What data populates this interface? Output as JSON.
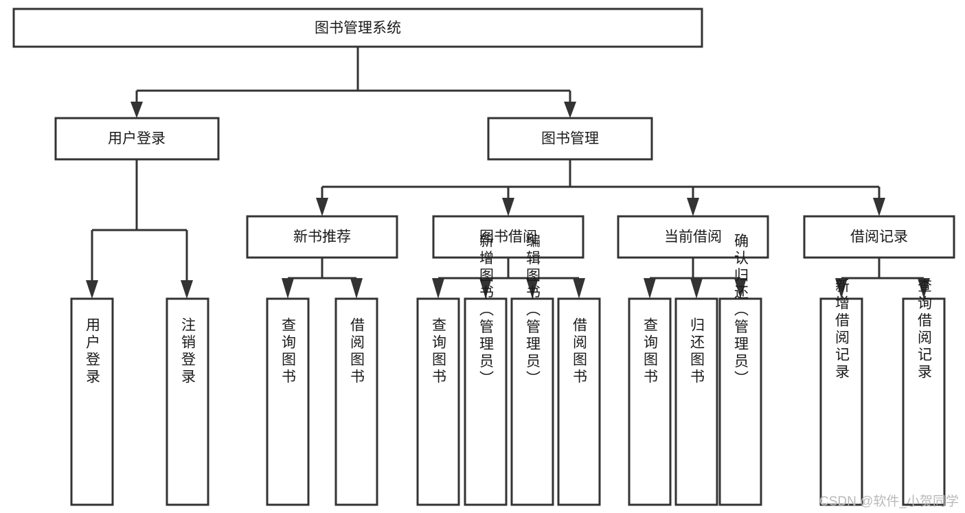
{
  "diagram": {
    "title": "图书管理系统",
    "type": "tree",
    "orientation": "top-down",
    "colors": {
      "box_stroke": "#333333",
      "box_fill": "#ffffff",
      "connector": "#333333",
      "text": "#1a1a1a",
      "watermark": "#b9b9b9",
      "background": "#ffffff"
    },
    "root": {
      "label": "图书管理系统"
    },
    "level2": [
      {
        "label": "用户登录"
      },
      {
        "label": "图书管理"
      }
    ],
    "level3": [
      {
        "label": "新书推荐"
      },
      {
        "label": "图书借阅"
      },
      {
        "label": "当前借阅"
      },
      {
        "label": "借阅记录"
      }
    ],
    "leaves": {
      "user_login": [
        {
          "label": "用户登录"
        },
        {
          "label": "注销登录"
        }
      ],
      "new_book_recommend": [
        {
          "label": "查询图书"
        },
        {
          "label": "借阅图书"
        }
      ],
      "book_borrow": [
        {
          "label": "查询图书"
        },
        {
          "label": "新增图书（管理员）"
        },
        {
          "label": "编辑图书（管理员）"
        },
        {
          "label": "借阅图书"
        }
      ],
      "current_borrow": [
        {
          "label": "查询图书"
        },
        {
          "label": "归还图书"
        },
        {
          "label": "确认归还（管理员）"
        }
      ],
      "borrow_record": [
        {
          "label": "新增借阅记录"
        },
        {
          "label": "查询借阅记录"
        }
      ]
    }
  },
  "watermark": {
    "text": "CSDN @软件_小贺同学"
  }
}
